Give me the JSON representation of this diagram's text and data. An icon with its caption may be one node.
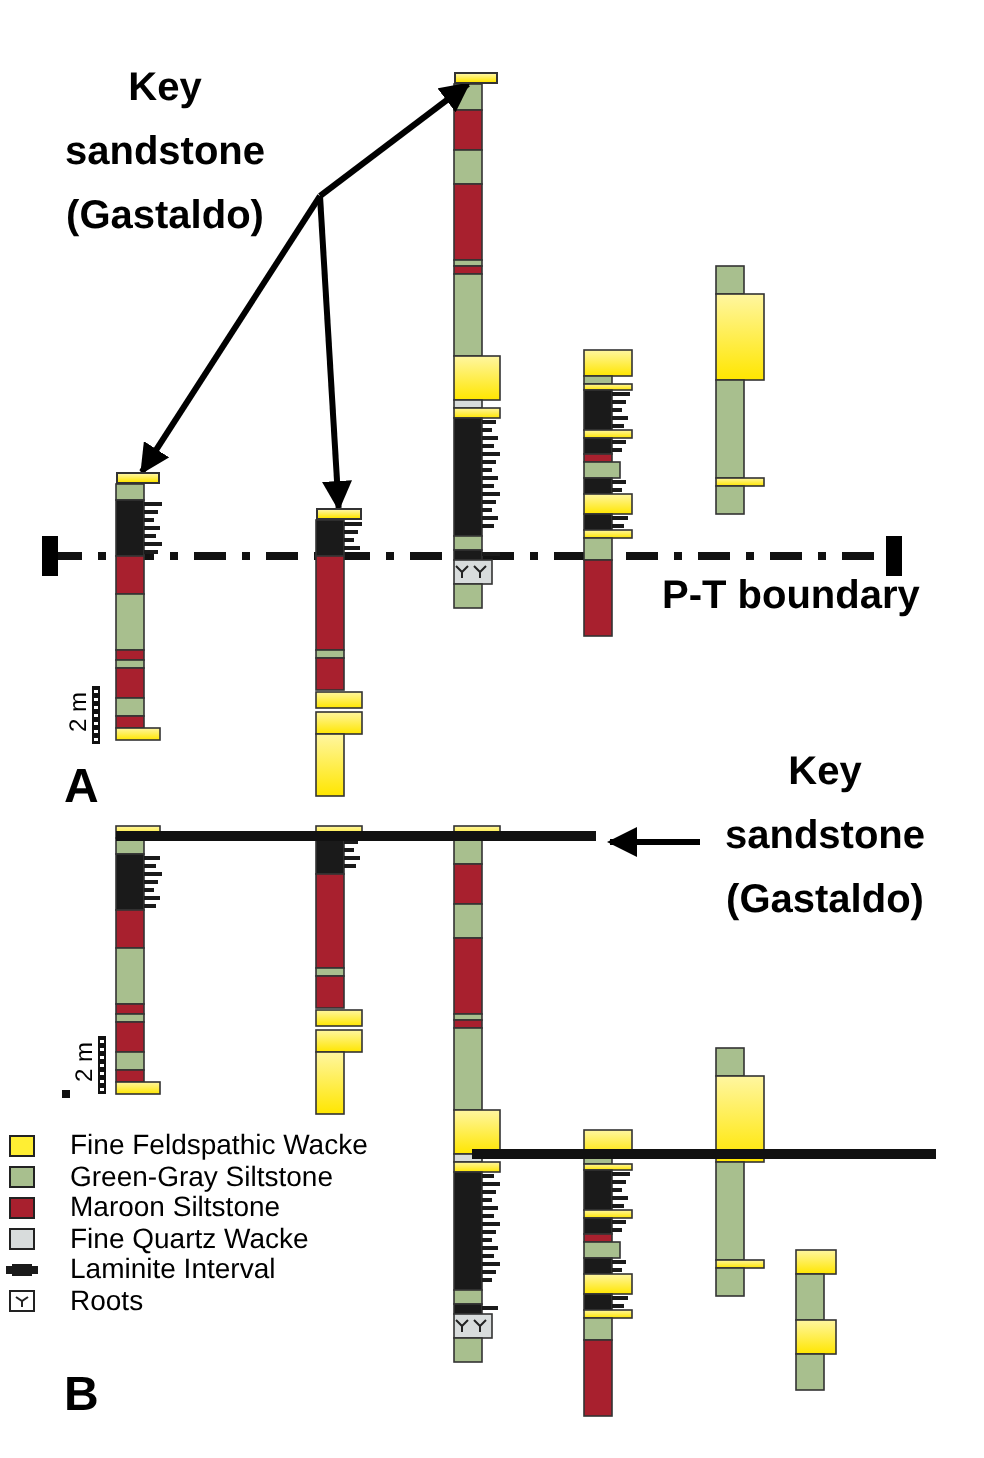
{
  "diagram": {
    "nodes": [
      {
        "text": [
          "Key sandstone (Gastaldo)"
        ]
      },
      {
        "text": [],
        "shape": "bar"
      },
      {
        "text": [],
        "shape": "bar"
      },
      {
        "text": [],
        "shape": "bar"
      },
      {
        "text": [
          "Key sandstone (Gastaldo)"
        ]
      }
    ],
    "edges": [
      {
        "from": 0,
        "to": 1,
        "arrow": "to"
      },
      {
        "from": 0,
        "to": 2,
        "arrow": "to"
      },
      {
        "from": 0,
        "to": 3,
        "arrow": "to"
      },
      {
        "from": 4,
        "to": null,
        "arrow": "to"
      }
    ],
    "labels": [
      "P-T boundary",
      "2 m",
      "A",
      "2 m",
      "B"
    ],
    "legend": [
      {
        "text": "Fine Feldspathic Wacke",
        "color": "#ffee33"
      },
      {
        "text": "Green-Gray Siltstone",
        "color": "#a8bf8e"
      },
      {
        "text": "Maroon Siltstone",
        "color": "#a8202e"
      },
      {
        "text": "Fine Quartz Wacke",
        "color": "#d8dcdc"
      },
      {
        "text": "Laminite Interval"
      },
      {
        "text": "Roots"
      }
    ]
  }
}
